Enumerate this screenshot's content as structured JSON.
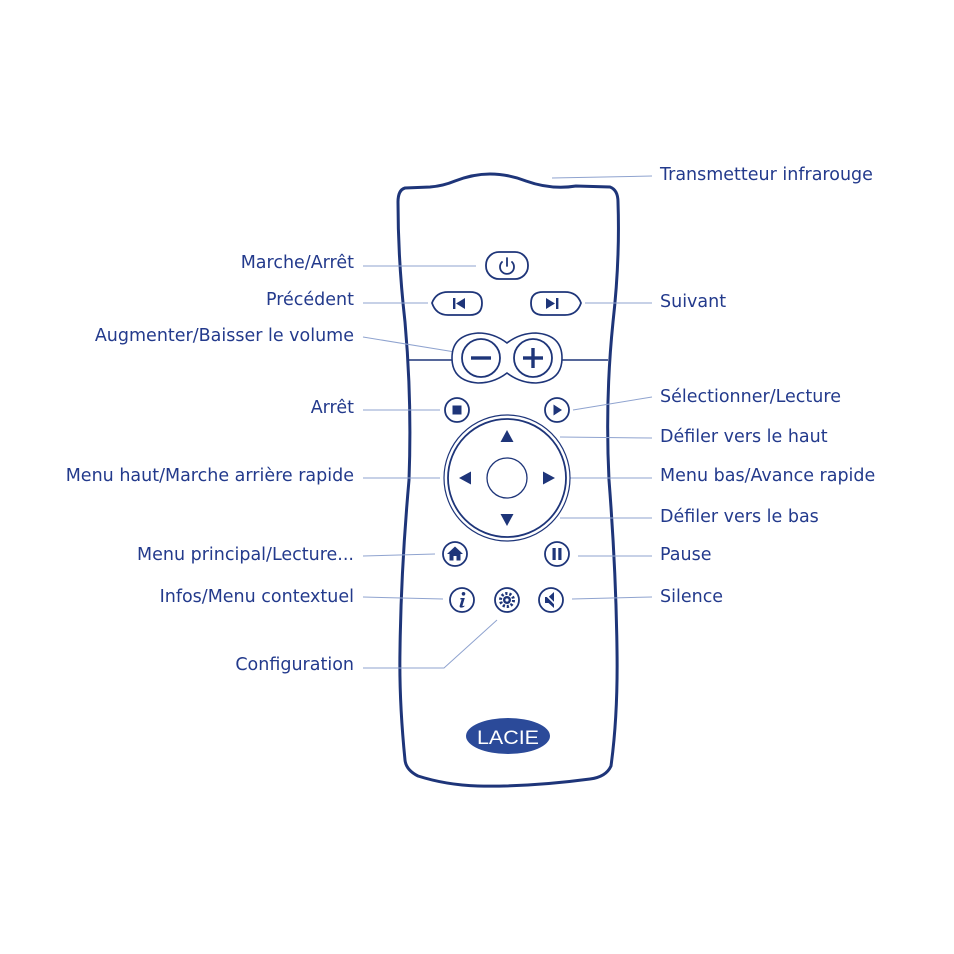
{
  "brand": {
    "logo_text": "LACIE",
    "color": "#2b4a99",
    "stroke": "#1e3579",
    "leader": "#8fa3cf",
    "label_color": "#233a8c"
  },
  "labels": {
    "transmitter": "Transmetteur infrarouge",
    "power": "Marche/Arrêt",
    "previous": "Précédent",
    "next": "Suivant",
    "volume": "Augmenter/Baisser le volume",
    "stop": "Arrêt",
    "select_play": "Sélectionner/Lecture",
    "scroll_up": "Défiler vers le haut",
    "menu_up_rewind": "Menu haut/Marche arrière rapide",
    "menu_down_forward": "Menu bas/Avance rapide",
    "scroll_down": "Défiler vers le bas",
    "main_menu": "Menu principal/Lecture...",
    "pause": "Pause",
    "info": "Infos/Menu contextuel",
    "mute": "Silence",
    "config": "Configuration"
  },
  "icons": {
    "power": "power-icon",
    "previous": "skip-previous-icon",
    "next": "skip-next-icon",
    "minus": "minus-icon",
    "plus": "plus-icon",
    "stop": "stop-icon",
    "play": "play-icon",
    "up": "arrow-up-icon",
    "down": "arrow-down-icon",
    "left": "arrow-left-icon",
    "right": "arrow-right-icon",
    "home": "home-icon",
    "pause": "pause-icon",
    "info": "info-icon",
    "gear": "gear-icon",
    "mute": "mute-icon"
  }
}
